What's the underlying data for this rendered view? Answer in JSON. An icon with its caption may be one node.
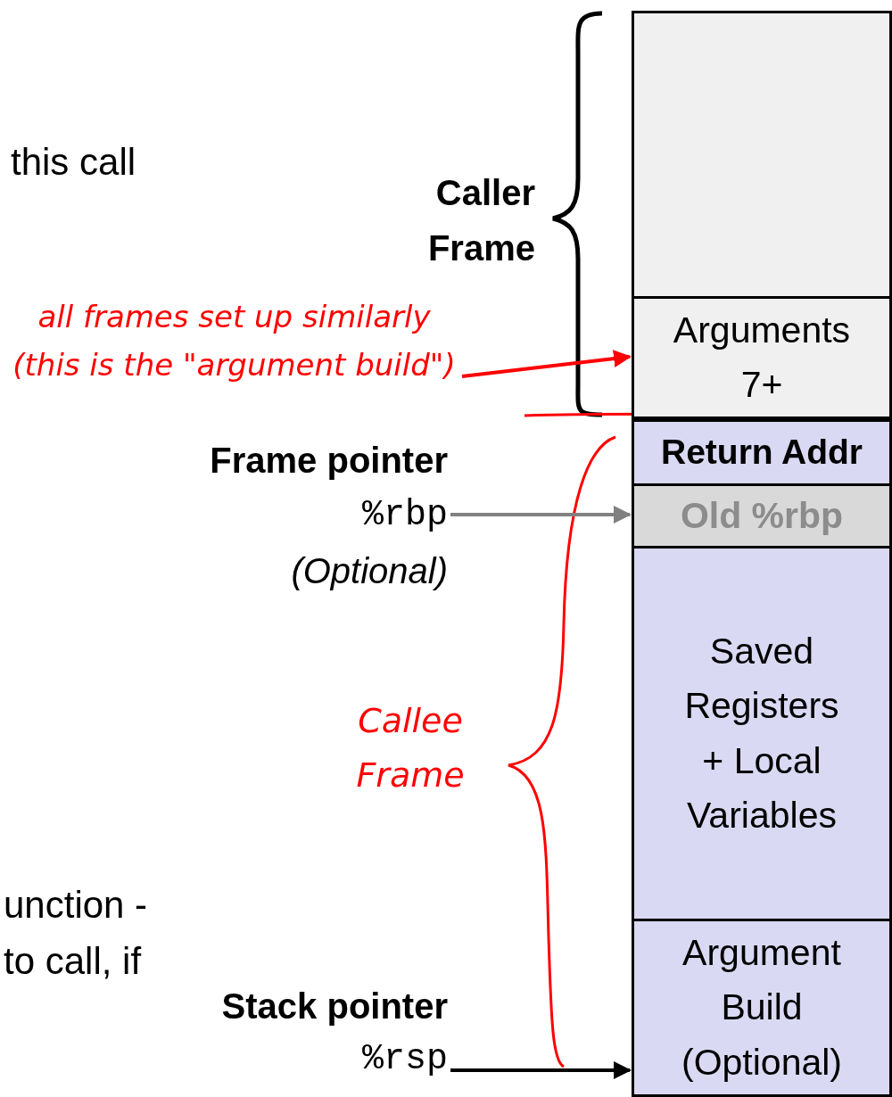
{
  "diagram": {
    "nodes": [
      {
        "text": [],
        "shape": "box"
      },
      {
        "text": [
          "Arguments 7+"
        ]
      },
      {
        "text": [
          "Return Addr"
        ]
      },
      {
        "text": [
          "Old %rbp"
        ]
      },
      {
        "text": [
          "Saved Registers + Local Variables"
        ]
      },
      {
        "text": [
          "Argument Build (Optional)"
        ]
      },
      {
        "text": [
          "Frame pointer",
          "%rbp",
          "(Optional)"
        ]
      },
      {
        "text": [
          "Stack pointer",
          "%rsp"
        ]
      },
      {
        "text": [
          "all frames set up similarly (this is the \"argument build\")"
        ]
      }
    ],
    "edges": [
      {
        "from": 6,
        "to": 3,
        "arrow": "to",
        "color": "#808080"
      },
      {
        "from": 7,
        "to": 5,
        "arrow": "to",
        "color": "#000000"
      },
      {
        "from": 8,
        "to": 1,
        "arrow": "to",
        "color": "#ff0000"
      }
    ],
    "labels": [
      "this call",
      "Caller Frame",
      "Callee Frame",
      "unction -",
      "to call, if"
    ]
  }
}
